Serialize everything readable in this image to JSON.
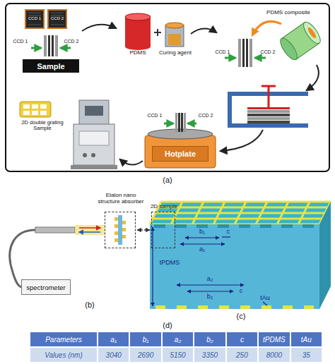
{
  "diagram": {
    "nodes": [
      {
        "text": [
          "Sample"
        ]
      },
      {
        "text": [
          "Hotplate"
        ]
      },
      {
        "text": [
          "spectrometer"
        ]
      },
      {
        "text": [
          "Etalon nano structure absorber"
        ]
      },
      {
        "text": [
          "2D sample"
        ]
      }
    ],
    "edges": [
      {
        "from": 3,
        "to": 4,
        "arrow": "both"
      }
    ],
    "labels": [
      "CCD 1",
      "CCD 2",
      "CCD 1",
      "CCD 2",
      "PDMS",
      "Curing agent",
      "PDMS composite",
      "CCD 1",
      "CCD 2",
      "CCD 1",
      "CCD 2",
      "2D double grating Sample",
      "(a)",
      "(b)",
      "c",
      "b₁",
      "a₁",
      "tPDMS",
      "a₂",
      "b₂",
      "c",
      "tAu",
      "(c)",
      "(d)",
      "Parameters",
      "a₁",
      "b₁",
      "a₂",
      "b₂",
      "c",
      "tPDMS",
      "tAu",
      "Values (nm)",
      "3040",
      "2690",
      "5150",
      "3350",
      "250",
      "8000",
      "35"
    ]
  }
}
